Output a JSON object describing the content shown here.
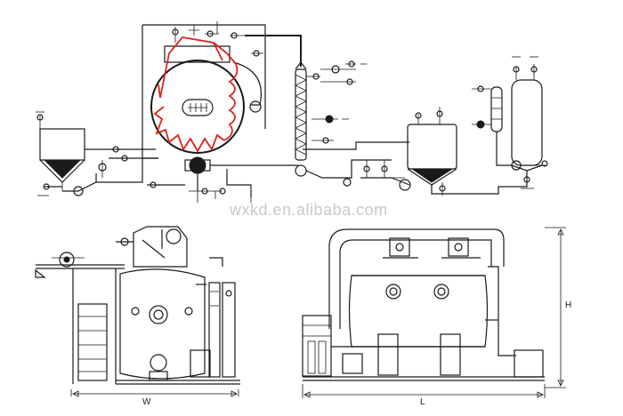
{
  "watermark": "wxkd.en.alibaba.com",
  "dimensions": {
    "width_label": "W",
    "length_label": "L",
    "height_label": "H"
  },
  "colors": {
    "line": "#1a1a1a",
    "flow_path": "#d8261d",
    "watermark": "#c9c9c9",
    "background": "#ffffff"
  }
}
